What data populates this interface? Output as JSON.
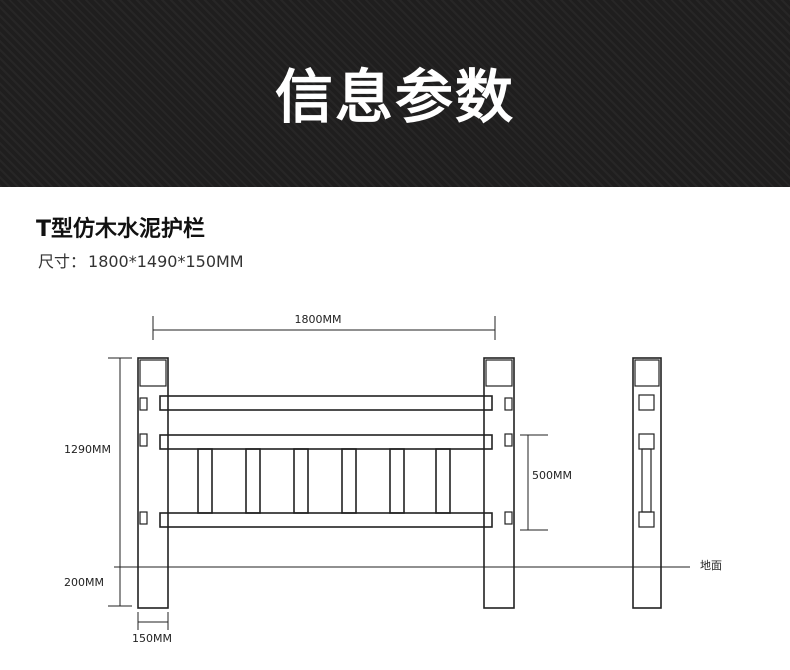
{
  "banner": {
    "title": "信息参数"
  },
  "product": {
    "name": "T型仿木水泥护栏",
    "size_label": "尺寸：",
    "size_value": "1800*1490*150MM"
  },
  "drawing": {
    "width_label": "1800MM",
    "height_label": "1290MM",
    "buried_label": "200MM",
    "post_width_label": "150MM",
    "rail_gap_label": "500MM",
    "ground_label": "地面",
    "line_color": "#222222"
  }
}
